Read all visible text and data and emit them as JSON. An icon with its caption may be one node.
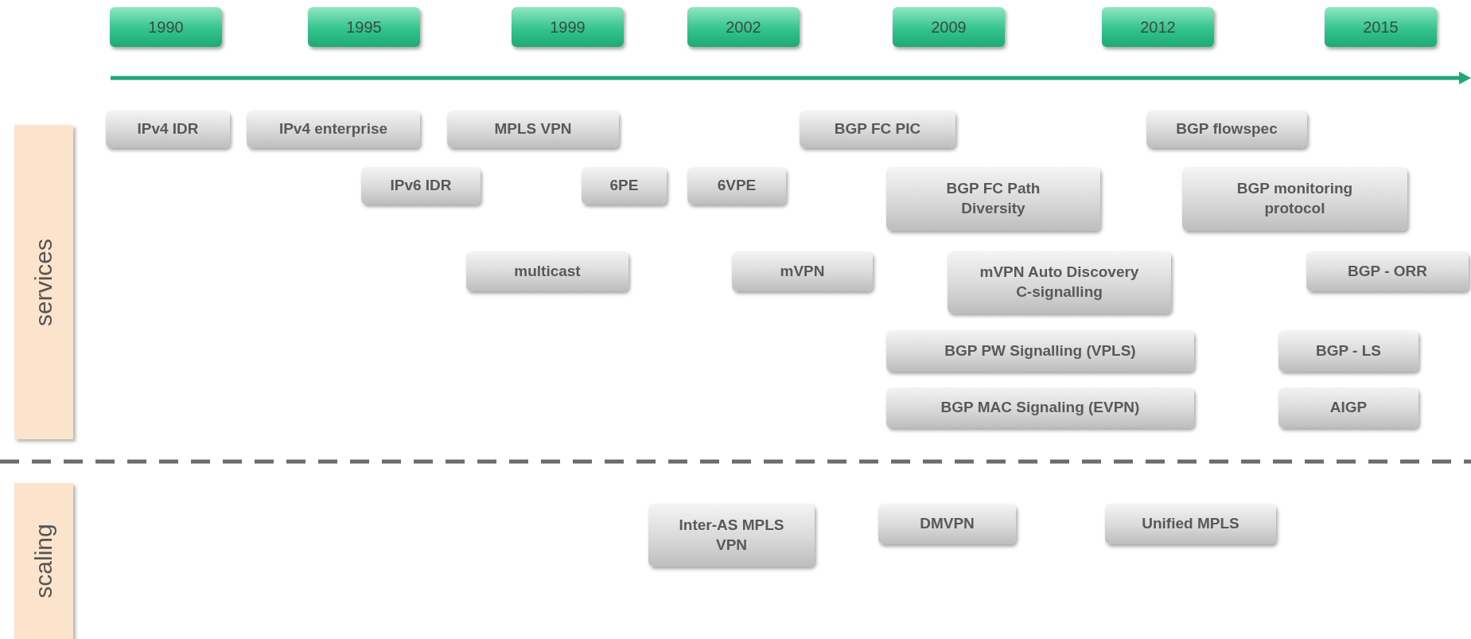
{
  "diagram": {
    "nodes": [
      {
        "text": [
          "1990"
        ]
      },
      {
        "text": [
          "1995"
        ]
      },
      {
        "text": [
          "1999"
        ]
      },
      {
        "text": [
          "2002"
        ]
      },
      {
        "text": [
          "2009"
        ]
      },
      {
        "text": [
          "2012"
        ]
      },
      {
        "text": [
          "2015"
        ]
      },
      {
        "text": [
          "services"
        ]
      },
      {
        "text": [
          "IPv4 IDR"
        ]
      },
      {
        "text": [
          "IPv4 enterprise"
        ]
      },
      {
        "text": [
          "MPLS VPN"
        ]
      },
      {
        "text": [
          "BGP FC PIC"
        ]
      },
      {
        "text": [
          "BGP flowspec"
        ]
      },
      {
        "text": [
          "IPv6 IDR"
        ]
      },
      {
        "text": [
          "6PE"
        ]
      },
      {
        "text": [
          "6VPE"
        ]
      },
      {
        "text": [
          "BGP FC Path Diversity"
        ]
      },
      {
        "text": [
          "BGP monitoring protocol"
        ]
      },
      {
        "text": [
          "multicast"
        ]
      },
      {
        "text": [
          "mVPN"
        ]
      },
      {
        "text": [
          "mVPN Auto Discovery C-signalling"
        ]
      },
      {
        "text": [
          "BGP - ORR"
        ]
      },
      {
        "text": [
          "BGP PW Signalling (VPLS)"
        ]
      },
      {
        "text": [
          "BGP - LS"
        ]
      },
      {
        "text": [
          "BGP MAC Signaling (EVPN)"
        ]
      },
      {
        "text": [
          "AIGP"
        ]
      },
      {
        "text": [
          "scaling"
        ]
      },
      {
        "text": [
          "Inter-AS MPLS VPN"
        ]
      },
      {
        "text": [
          "DMVPN"
        ]
      },
      {
        "text": [
          "Unified MPLS"
        ]
      }
    ]
  }
}
